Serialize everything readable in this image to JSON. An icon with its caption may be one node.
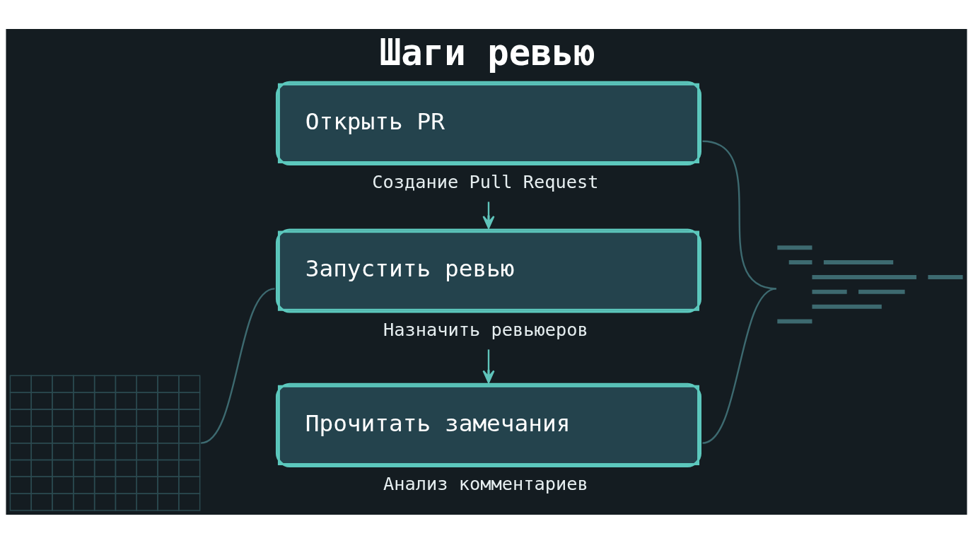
{
  "diagram": {
    "title": "Шаги ревью",
    "nodes": [
      {
        "text": [
          "Открыть PR"
        ],
        "beside": [
          "Создание Pull Request"
        ]
      },
      {
        "text": [
          "Запустить ревью"
        ],
        "beside": [
          "Назначить ревьюеров"
        ]
      },
      {
        "text": [
          "Прочитать замечания"
        ],
        "beside": [
          "Анализ комментариев"
        ]
      },
      {
        "text": [],
        "shape": "picture"
      },
      {
        "text": [],
        "shape": "picture"
      }
    ],
    "edges": [
      {
        "from": 0,
        "to": 1,
        "arrow": "to",
        "color": "#5fc4bb"
      },
      {
        "from": 1,
        "to": 2,
        "arrow": "to",
        "color": "#5fc4bb"
      },
      {
        "from": 0,
        "to": 3,
        "arrow": "none"
      },
      {
        "from": 2,
        "to": 3,
        "arrow": "none"
      },
      {
        "from": 1,
        "to": 4,
        "arrow": "none"
      }
    ]
  }
}
